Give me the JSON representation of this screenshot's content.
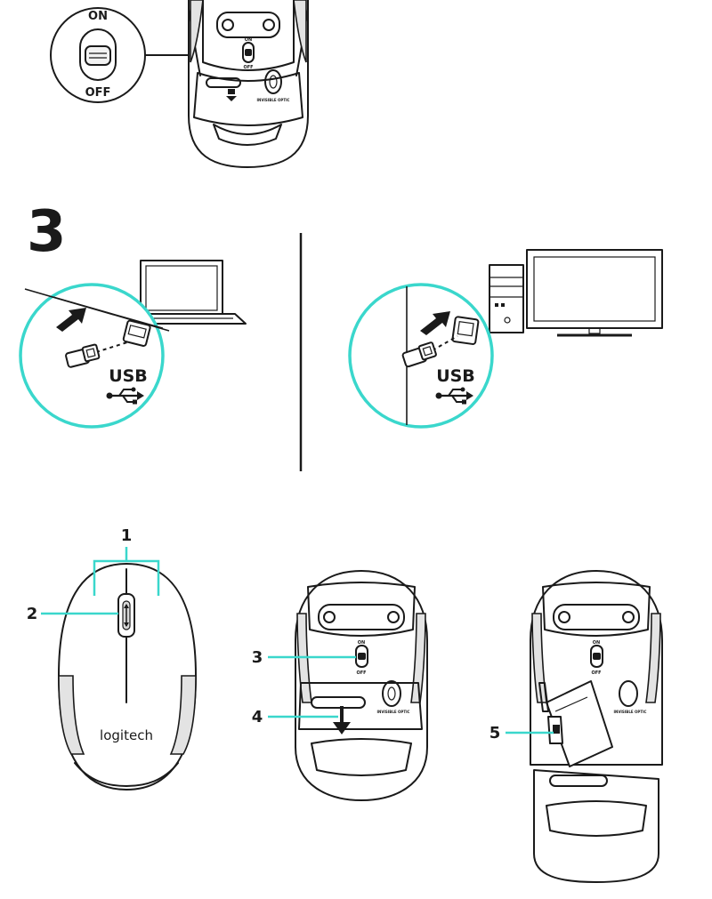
{
  "switch_zoom": {
    "on_label": "ON",
    "off_label": "OFF"
  },
  "mouse_bottom_labels": {
    "on": "ON",
    "off": "OFF",
    "sensor": "INVISIBLE OPTIC"
  },
  "step_number": "3",
  "usb_panels": [
    {
      "device": "laptop",
      "port_label": "USB"
    },
    {
      "device": "desktop-monitor",
      "port_label": "USB"
    }
  ],
  "top_mouse": {
    "brand": "logitech"
  },
  "callouts": [
    {
      "number": "1"
    },
    {
      "number": "2"
    },
    {
      "number": "3"
    },
    {
      "number": "4"
    },
    {
      "number": "5"
    }
  ],
  "colors": {
    "accent": "#3ad7cc",
    "line": "#1a1a1a"
  }
}
